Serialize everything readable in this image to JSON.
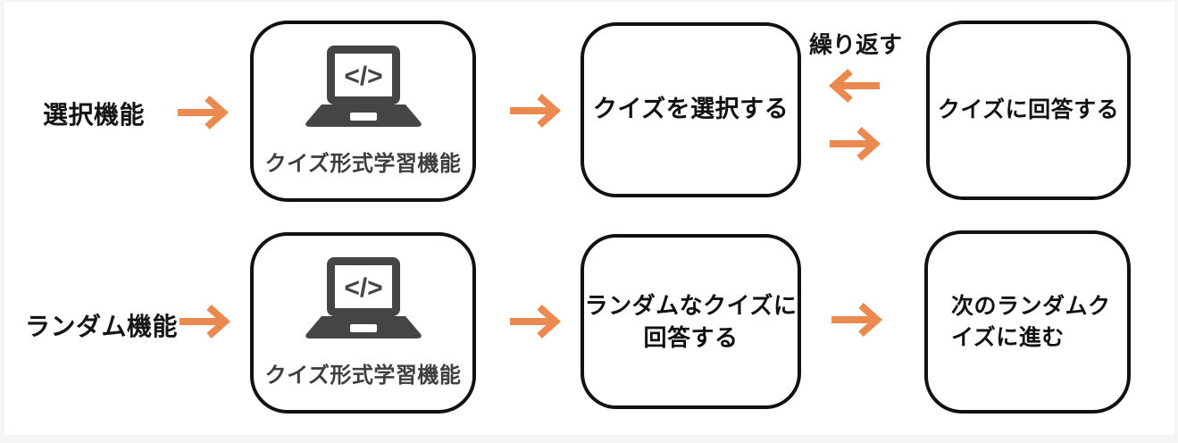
{
  "colors": {
    "arrow": "#eb8a50",
    "icon_gray": "#454545",
    "box_border": "#111111",
    "frame": "#f4f5f5"
  },
  "icons": {
    "laptop_code_glyph": "</>"
  },
  "flows": {
    "row1": {
      "label": "選択機能",
      "system_box_label": "クイズ形式学習機能",
      "step1": "クイズを選択する",
      "step2": "クイズに回答する",
      "loop_label": "繰り返す"
    },
    "row2": {
      "label": "ランダム機能",
      "system_box_label": "クイズ形式学習機能",
      "step1": "ランダムなクイズに\n回答する",
      "step2": "次のランダムク\nイズに進む"
    }
  }
}
